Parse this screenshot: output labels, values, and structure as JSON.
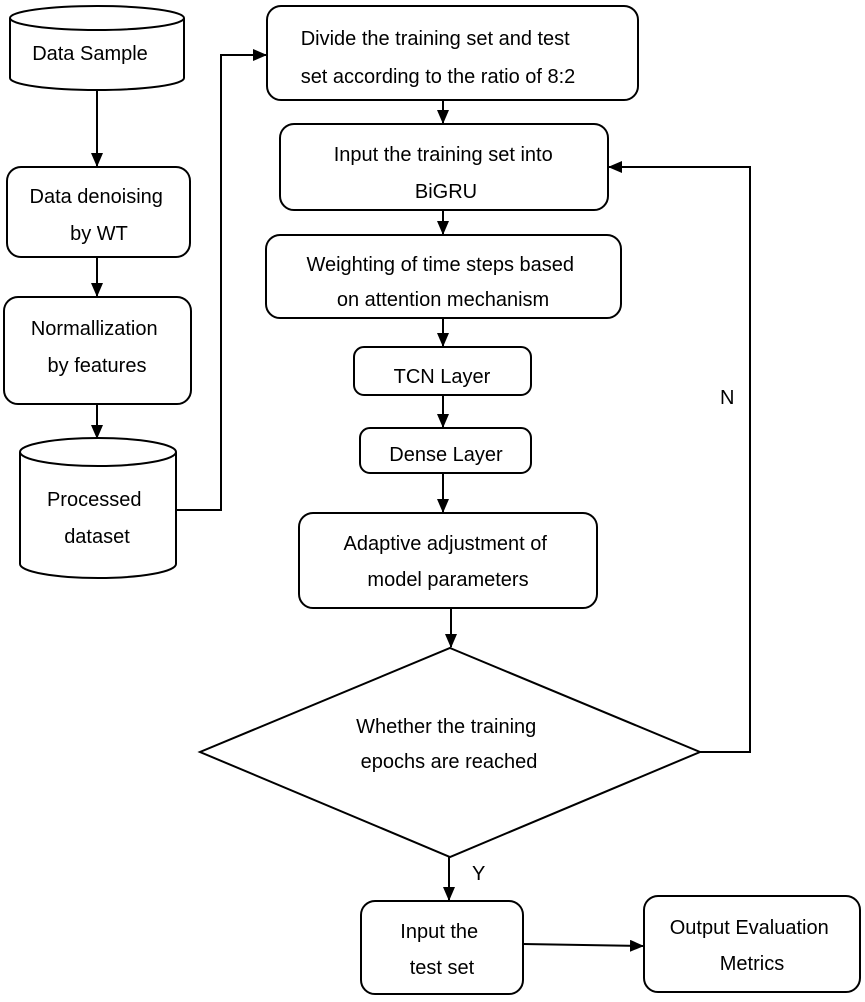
{
  "nodes": {
    "data_sample": [
      "Data Sample"
    ],
    "denoising": [
      "Data denoising",
      "by WT"
    ],
    "normalization": [
      "Normallization",
      "by features"
    ],
    "processed": [
      "Processed",
      "dataset"
    ],
    "divide": [
      "Divide the training set and test",
      "set according to the ratio of 8:2"
    ],
    "input_train": [
      "Input the training set into",
      "BiGRU"
    ],
    "weighting": [
      "Weighting of time steps based",
      "on attention mechanism"
    ],
    "tcn": [
      "TCN Layer"
    ],
    "dense": [
      "Dense Layer"
    ],
    "adaptive": [
      "Adaptive adjustment of",
      "model parameters"
    ],
    "decision": [
      "Whether  the  training",
      "epochs are reached"
    ],
    "input_test": [
      "Input the",
      "test set"
    ],
    "output": [
      "Output Evaluation",
      "Metrics"
    ]
  },
  "edge_labels": {
    "no": "N",
    "yes": "Y"
  }
}
